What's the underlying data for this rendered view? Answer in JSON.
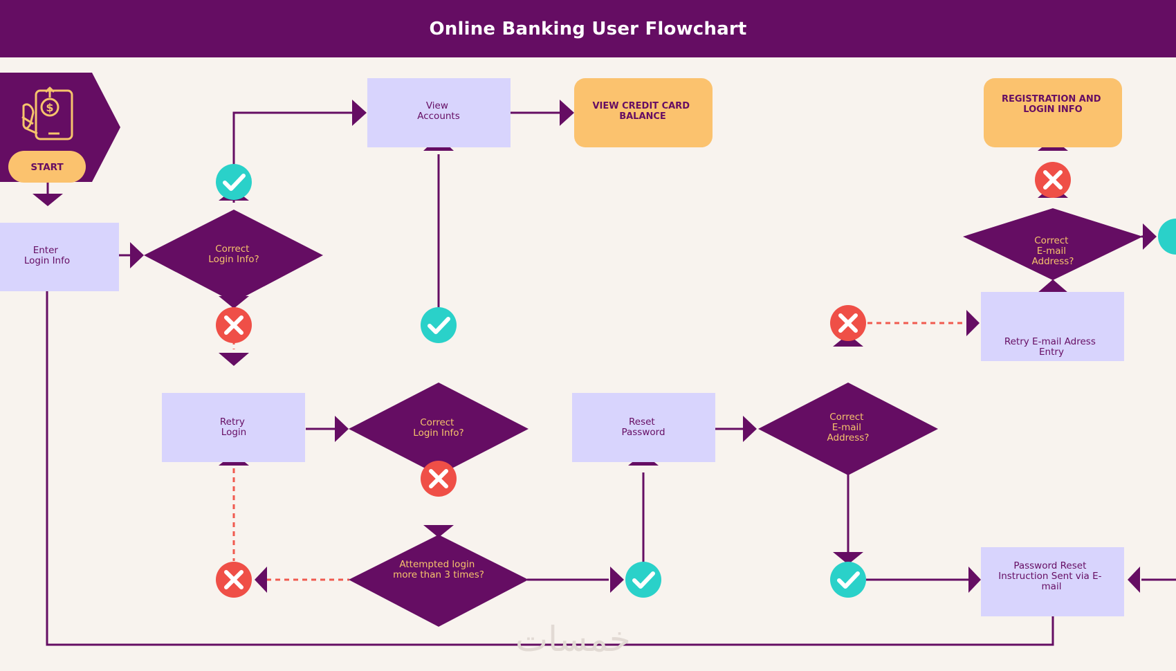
{
  "title": "Online Banking User Flowchart",
  "colors": {
    "header": "#650d63",
    "background": "#f8f3ee",
    "process_box": "#d8d4fd",
    "terminal_box": "#fbc26e",
    "decision": "#650d63",
    "decision_text": "#f6c46c",
    "connector": "#650d63",
    "failure_line": "#f05a4f",
    "yes_marker": "#2ad1c9",
    "no_marker": "#ef4f47"
  },
  "nodes": {
    "start": {
      "label": "START",
      "icon": "mobile-banking-icon"
    },
    "enter_login": {
      "label": [
        "Enter",
        "Login Info"
      ]
    },
    "correct_login_1": {
      "label": [
        "Correct",
        "Login Info?"
      ]
    },
    "view_accounts": {
      "label": [
        "View",
        "Accounts"
      ]
    },
    "view_credit_card_balance": {
      "label": [
        "VIEW CREDIT CARD",
        "BALANCE"
      ]
    },
    "retry_login": {
      "label": [
        "Retry",
        "Login"
      ]
    },
    "correct_login_2": {
      "label": [
        "Correct",
        "Login Info?"
      ]
    },
    "attempted_login": {
      "label": [
        "Attempted login",
        "more than 3 times?"
      ]
    },
    "reset_password": {
      "label": [
        "Reset",
        "Password"
      ]
    },
    "correct_email_1": {
      "label": [
        "Correct",
        "E-mail",
        "Address?"
      ]
    },
    "correct_email_2": {
      "label": [
        "Correct",
        "E-mail",
        "Address?"
      ]
    },
    "retry_email": {
      "label": [
        "Retry E-mail Adress",
        "Entry"
      ]
    },
    "registration_login": {
      "label": [
        "REGISTRATION AND",
        "LOGIN INFO"
      ]
    },
    "password_reset_sent": {
      "label": [
        "Password Reset",
        "Instruction Sent via E-",
        "mail"
      ]
    }
  },
  "markers": {
    "yes": "check-icon",
    "no": "x-icon"
  },
  "watermark": "خمسات"
}
